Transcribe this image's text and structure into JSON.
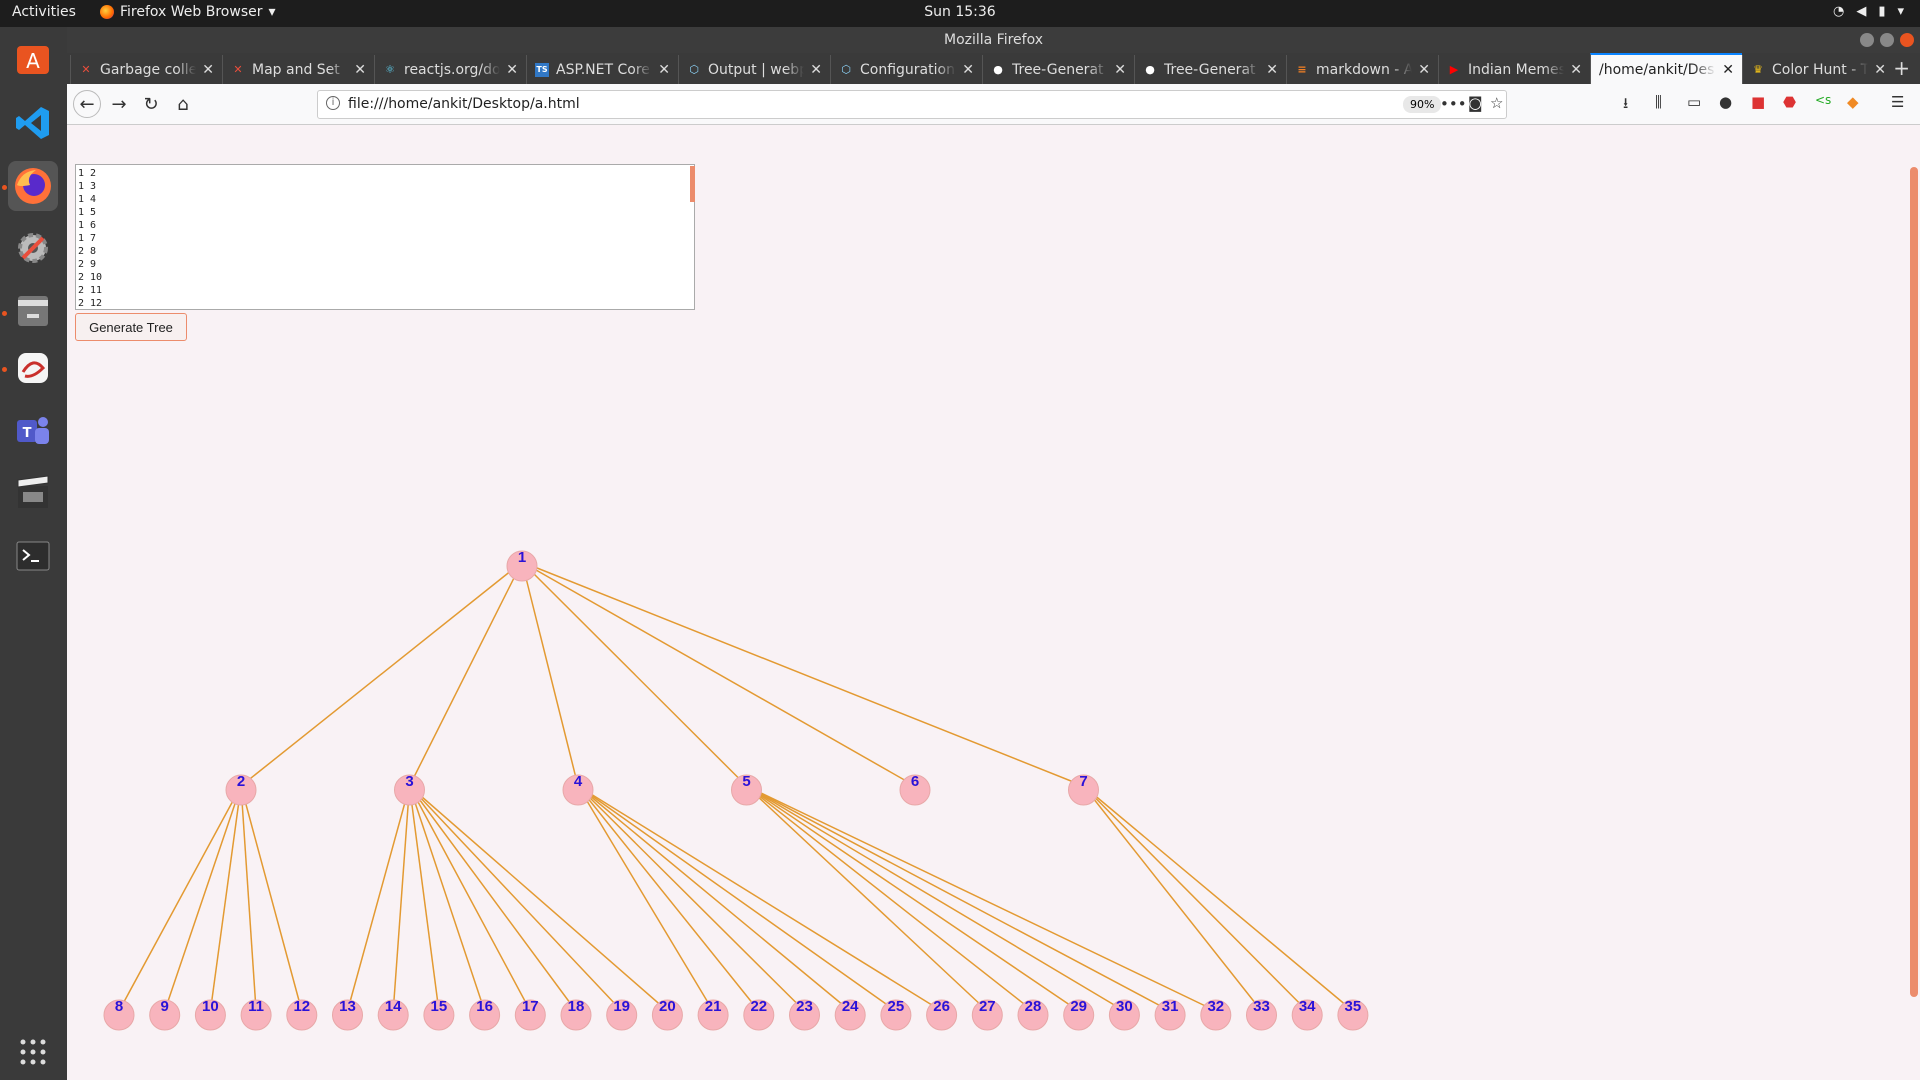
{
  "topbar": {
    "activities": "Activities",
    "app_menu": "Firefox Web Browser",
    "clock": "Sun 15:36"
  },
  "window": {
    "title": "Mozilla Firefox"
  },
  "tabs": [
    {
      "label": "Garbage colle",
      "icon": "red-x",
      "color": "#e94e3c"
    },
    {
      "label": "Map and Set",
      "icon": "red-x",
      "color": "#e94e3c"
    },
    {
      "label": "reactjs.org/do",
      "icon": "react",
      "color": "#61dafb"
    },
    {
      "label": "ASP.NET Core",
      "icon": "TS",
      "color": "#3178c6"
    },
    {
      "label": "Output | webp",
      "icon": "webpack",
      "color": "#8ed6fb"
    },
    {
      "label": "Configuration",
      "icon": "webpack",
      "color": "#8ed6fb"
    },
    {
      "label": "Tree-Generat",
      "icon": "github",
      "color": "#ffffff"
    },
    {
      "label": "Tree-Generat",
      "icon": "github",
      "color": "#ffffff"
    },
    {
      "label": "markdown - A",
      "icon": "stack",
      "color": "#f48024"
    },
    {
      "label": "Indian Memes",
      "icon": "youtube",
      "color": "#ff0000"
    },
    {
      "label": "/home/ankit/Des",
      "icon": "",
      "color": "#000000"
    },
    {
      "label": "Color Hunt - T",
      "icon": "trophy",
      "color": "#f5c518"
    }
  ],
  "url": "file:///home/ankit/Desktop/a.html",
  "zoom": "90%",
  "textarea_lines": [
    "1 2",
    "1 3",
    "1 4",
    "1 5",
    "1 6",
    "1 7",
    "2 8",
    "2 9",
    "2 10",
    "2 11",
    "2 12"
  ],
  "generate_button": "Generate Tree",
  "tree": {
    "edges": [
      [
        1,
        2
      ],
      [
        1,
        3
      ],
      [
        1,
        4
      ],
      [
        1,
        5
      ],
      [
        1,
        6
      ],
      [
        1,
        7
      ],
      [
        2,
        8
      ],
      [
        2,
        9
      ],
      [
        2,
        10
      ],
      [
        2,
        11
      ],
      [
        2,
        12
      ],
      [
        3,
        13
      ],
      [
        3,
        14
      ],
      [
        3,
        15
      ],
      [
        3,
        16
      ],
      [
        3,
        17
      ],
      [
        3,
        18
      ],
      [
        3,
        19
      ],
      [
        3,
        20
      ],
      [
        4,
        21
      ],
      [
        4,
        22
      ],
      [
        4,
        23
      ],
      [
        4,
        24
      ],
      [
        4,
        25
      ],
      [
        4,
        26
      ],
      [
        5,
        27
      ],
      [
        5,
        28
      ],
      [
        5,
        29
      ],
      [
        5,
        30
      ],
      [
        5,
        31
      ],
      [
        5,
        32
      ],
      [
        7,
        33
      ],
      [
        7,
        34
      ],
      [
        7,
        35
      ]
    ],
    "node_fill": "#f8b4bd",
    "edge_color": "#e39a32",
    "label_color": "#2a12d8"
  }
}
